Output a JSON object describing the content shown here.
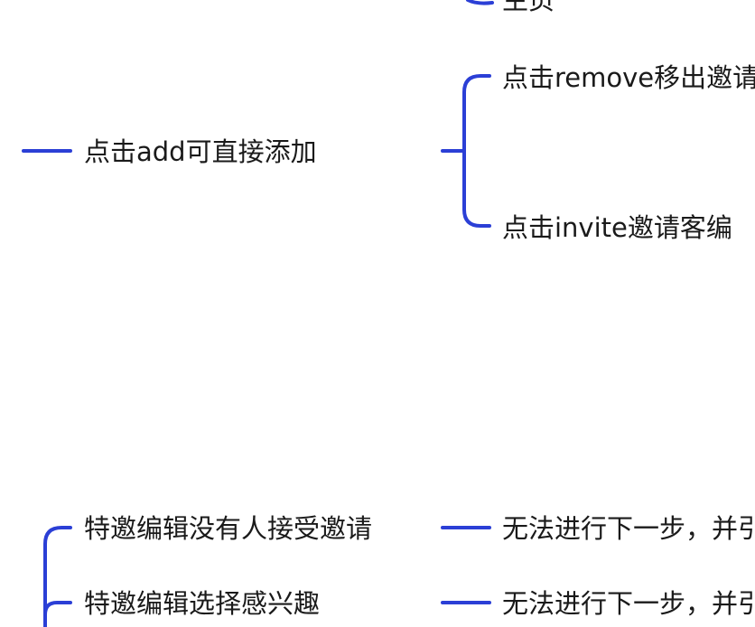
{
  "theme": {
    "line_color": "#2b3fd6",
    "text_color": "#1a1a1a",
    "background": "#ffffff"
  },
  "nodes": {
    "homepage_partial": "主页",
    "click_add": "点击add可直接添加",
    "click_remove": "点击remove移出邀请",
    "click_invite": "点击invite邀请客编",
    "no_one_accepted": "特邀编辑没有人接受邀请",
    "select_interest": "特邀编辑选择感兴趣",
    "cannot_proceed_1": "无法进行下一步，并引",
    "cannot_proceed_2": "无法进行下一步，并引"
  }
}
